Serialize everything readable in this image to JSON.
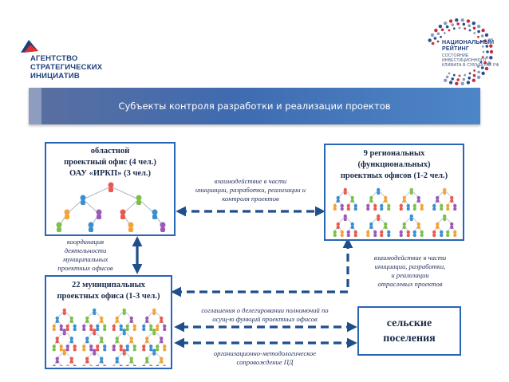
{
  "header": {
    "agency_logo": {
      "lines": [
        "АГЕНТСТВО",
        "СТРАТЕГИЧЕСКИХ",
        "ИНИЦИАТИВ"
      ],
      "colors": [
        "#1d3f7a",
        "#e03030"
      ]
    },
    "rating_logo": {
      "lines": [
        "НАЦИОНАЛЬНЫЙ",
        "РЕЙТИНГ"
      ],
      "sub": [
        "СОСТОЯНИЕ",
        "ИНВЕСТИЦИОННОГО",
        "КЛИМАТА В СУБЪЕКТАХ РФ"
      ]
    }
  },
  "banner": {
    "title": "Субъекты контроля разработки и реализации проектов"
  },
  "boxes": {
    "regional_office": {
      "lines": [
        "областной",
        "проектный офис (4 чел.)",
        "ОАУ «ИРКП» (3 чел.)"
      ]
    },
    "functional_offices": {
      "lines": [
        "9 региональных",
        "(функциональных)",
        "проектных офисов (1-2 чел.)"
      ]
    },
    "municipal_offices": {
      "lines": [
        "22 муниципальных",
        "проектных офиса (1-3 чел.)"
      ]
    },
    "rural": {
      "lines": [
        "сельские",
        "поселения"
      ]
    }
  },
  "notes": {
    "top_middle": [
      "взаимодействие в части",
      "инициации, разработки, реализации и",
      "контроля проектов"
    ],
    "left": [
      "координация",
      "деятельности",
      "муниципальных",
      "проектных офисов"
    ],
    "right": [
      "взаимодействие в части",
      "инициации, разработки,",
      "и реализации",
      "отраслевых проектов"
    ],
    "bottom_upper": [
      "соглашения о делегировании полномочий по",
      "осущ-ю функций проектных офисов"
    ],
    "bottom_lower": [
      "организационно-методологическое",
      "сопровождение ПД"
    ]
  },
  "colors": {
    "accent": "#2a64b4",
    "banner": "#4d7dbf",
    "arrow": "#1f4e8c"
  }
}
